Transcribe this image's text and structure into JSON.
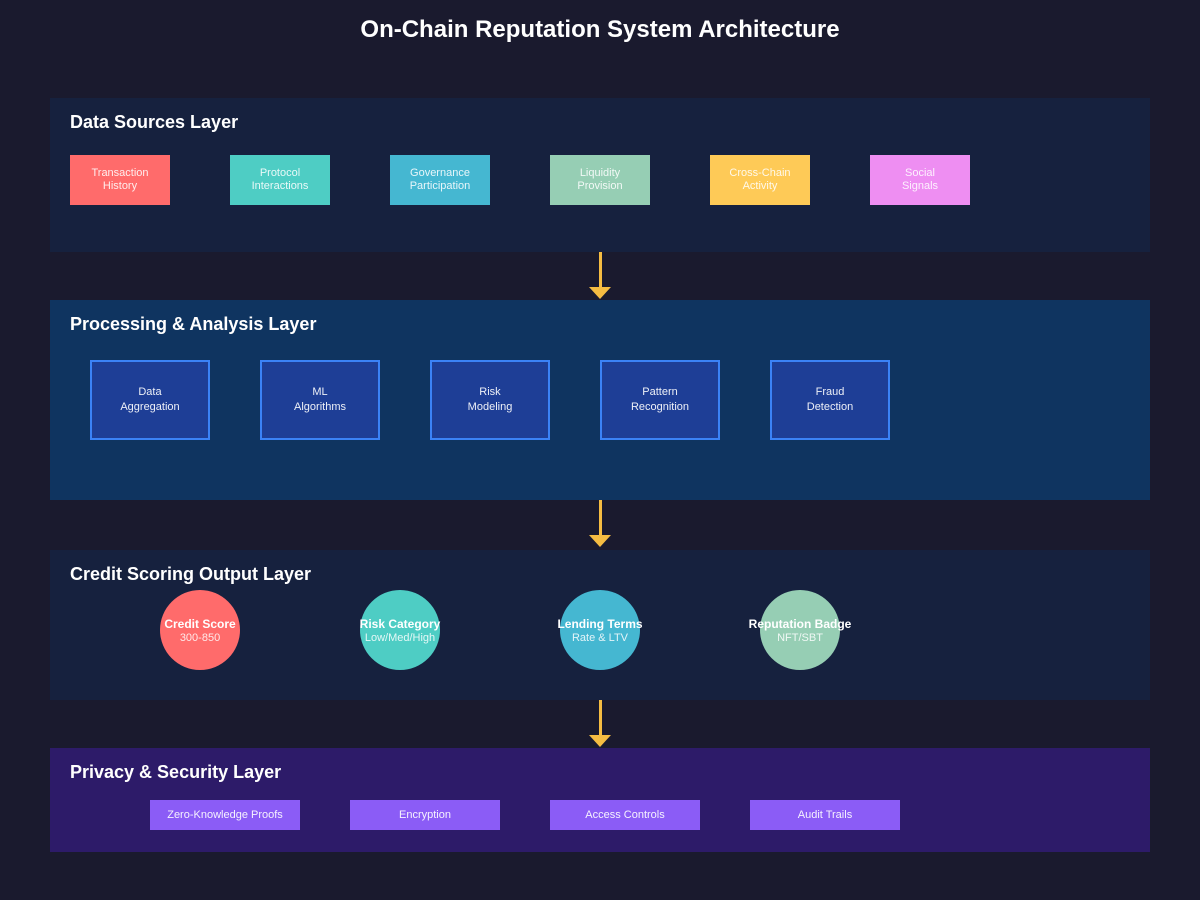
{
  "title": "On-Chain Reputation System Architecture",
  "colors": {
    "page_bg": "#1a1a2e",
    "arrow": "#f5bc42",
    "processing_node_fill": "#1e3e96",
    "processing_node_border": "#3b82f6",
    "privacy_button": "#8b5cf6"
  },
  "layers": {
    "data_sources": {
      "title": "Data Sources Layer",
      "bg": "#16213e",
      "nodes": [
        {
          "label": "Transaction\nHistory",
          "color": "#ff6b6b"
        },
        {
          "label": "Protocol\nInteractions",
          "color": "#4ecdc4"
        },
        {
          "label": "Governance\nParticipation",
          "color": "#45b7d1"
        },
        {
          "label": "Liquidity\nProvision",
          "color": "#96ceb4"
        },
        {
          "label": "Cross-Chain\nActivity",
          "color": "#feca57"
        },
        {
          "label": "Social\nSignals",
          "color": "#ee8ef2"
        }
      ]
    },
    "processing": {
      "title": "Processing & Analysis Layer",
      "bg": "#0f3460",
      "nodes": [
        {
          "label": "Data\nAggregation"
        },
        {
          "label": "ML\nAlgorithms"
        },
        {
          "label": "Risk\nModeling"
        },
        {
          "label": "Pattern\nRecognition"
        },
        {
          "label": "Fraud\nDetection"
        }
      ]
    },
    "credit_output": {
      "title": "Credit Scoring Output Layer",
      "bg": "#16213e",
      "nodes": [
        {
          "title": "Credit Score",
          "subtitle": "300-850",
          "color": "#ff6b6b"
        },
        {
          "title": "Risk Category",
          "subtitle": "Low/Med/High",
          "color": "#4ecdc4"
        },
        {
          "title": "Lending Terms",
          "subtitle": "Rate & LTV",
          "color": "#45b7d1"
        },
        {
          "title": "Reputation Badge",
          "subtitle": "NFT/SBT",
          "color": "#96ceb4"
        }
      ]
    },
    "privacy": {
      "title": "Privacy & Security Layer",
      "bg": "#2d1b69",
      "nodes": [
        {
          "label": "Zero-Knowledge Proofs"
        },
        {
          "label": "Encryption"
        },
        {
          "label": "Access Controls"
        },
        {
          "label": "Audit Trails"
        }
      ]
    }
  },
  "flow": [
    {
      "from": "Data Sources Layer",
      "to": "Processing & Analysis Layer"
    },
    {
      "from": "Processing & Analysis Layer",
      "to": "Credit Scoring Output Layer"
    },
    {
      "from": "Credit Scoring Output Layer",
      "to": "Privacy & Security Layer"
    }
  ]
}
